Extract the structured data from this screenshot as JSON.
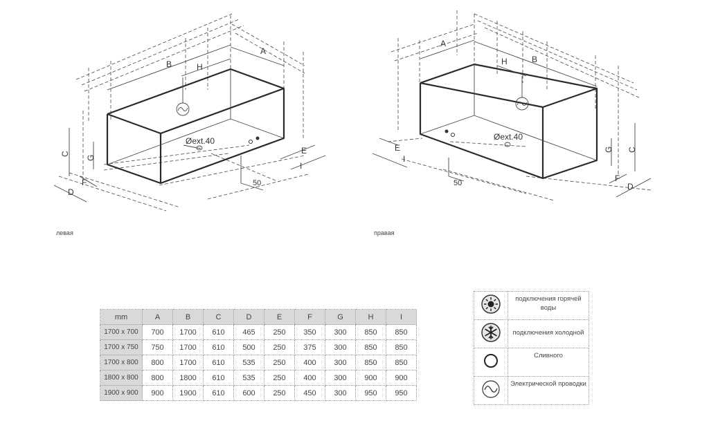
{
  "drawings": {
    "left": {
      "caption": "левая",
      "labels": {
        "a": "A",
        "b": "B",
        "h": "H",
        "c": "C",
        "g": "G",
        "f": "F",
        "d": "D",
        "e": "E",
        "i": "I",
        "drain": "Øext.40",
        "offset": "50"
      }
    },
    "right": {
      "caption": "правая",
      "labels": {
        "a": "A",
        "b": "B",
        "h": "H",
        "c": "C",
        "g": "G",
        "f": "F",
        "d": "D",
        "e": "E",
        "i": "I",
        "drain": "Øext.40",
        "offset": "50"
      }
    }
  },
  "table": {
    "headers": [
      "mm",
      "A",
      "B",
      "C",
      "D",
      "E",
      "F",
      "G",
      "H",
      "I"
    ],
    "rows": [
      {
        "size": "1700 x 700",
        "values": [
          "700",
          "1700",
          "610",
          "465",
          "250",
          "350",
          "300",
          "850",
          "850"
        ]
      },
      {
        "size": "1700 x 750",
        "values": [
          "750",
          "1700",
          "610",
          "500",
          "250",
          "375",
          "300",
          "850",
          "850"
        ]
      },
      {
        "size": "1700 x 800",
        "values": [
          "800",
          "1700",
          "610",
          "535",
          "250",
          "400",
          "300",
          "850",
          "850"
        ]
      },
      {
        "size": "1800 x 800",
        "values": [
          "800",
          "1800",
          "610",
          "535",
          "250",
          "400",
          "300",
          "900",
          "900"
        ]
      },
      {
        "size": "1900 x 900",
        "values": [
          "900",
          "1900",
          "610",
          "600",
          "250",
          "450",
          "300",
          "950",
          "950"
        ]
      }
    ]
  },
  "legend": [
    {
      "icon": "hot-water-icon",
      "text": "подключения горячей воды"
    },
    {
      "icon": "cold-water-icon",
      "text": "подключения холодной"
    },
    {
      "icon": "drain-icon",
      "text": "Сливного"
    },
    {
      "icon": "electric-icon",
      "text": "Электрической проводки"
    }
  ]
}
